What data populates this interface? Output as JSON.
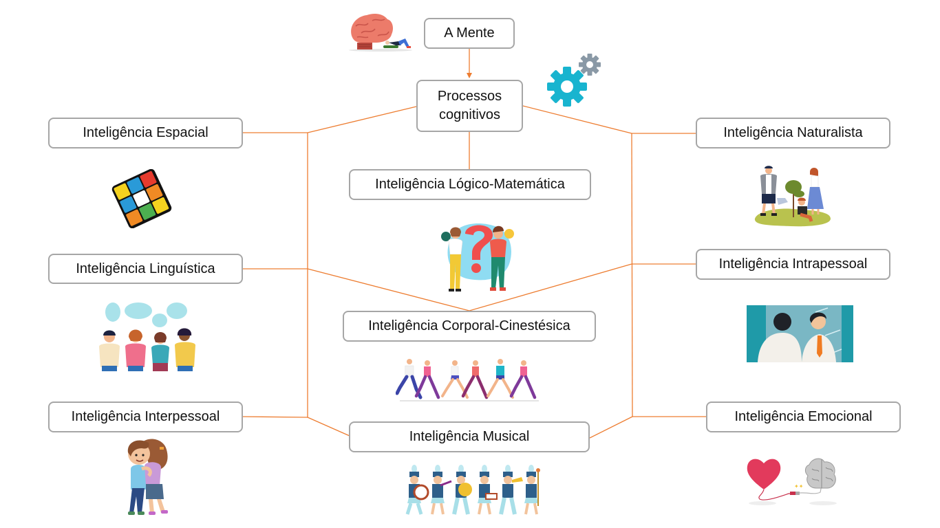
{
  "diagram": {
    "root": {
      "label": "A Mente",
      "icon": "brain-mechanic-icon"
    },
    "hub": {
      "label_line1": "Processos",
      "label_line2": "cognitivos",
      "icon": "gears-icon"
    },
    "connector_color": "#ed7d31",
    "node_border_color": "#a6a6a6",
    "intelligences": [
      {
        "id": "espacial",
        "label": "Inteligência Espacial",
        "icon": "rubiks-cube-icon"
      },
      {
        "id": "linguistica",
        "label": "Inteligência Linguística",
        "icon": "people-talking-icon"
      },
      {
        "id": "interpessoal",
        "label": "Inteligência Interpessoal",
        "icon": "kids-hugging-icon"
      },
      {
        "id": "logico",
        "label": "Inteligência Lógico-Matemática",
        "icon": "question-people-icon"
      },
      {
        "id": "corporal",
        "label": "Inteligência Corporal-Cinestésica",
        "icon": "runners-icon"
      },
      {
        "id": "musical",
        "label": "Inteligência Musical",
        "icon": "marching-band-icon"
      },
      {
        "id": "naturalista",
        "label": "Inteligência Naturalista",
        "icon": "family-planting-tree-icon"
      },
      {
        "id": "intrapessoal",
        "label": "Inteligência Intrapessoal",
        "icon": "man-mirror-icon"
      },
      {
        "id": "emocional",
        "label": "Inteligência Emocional",
        "icon": "heart-brain-icon"
      }
    ]
  }
}
